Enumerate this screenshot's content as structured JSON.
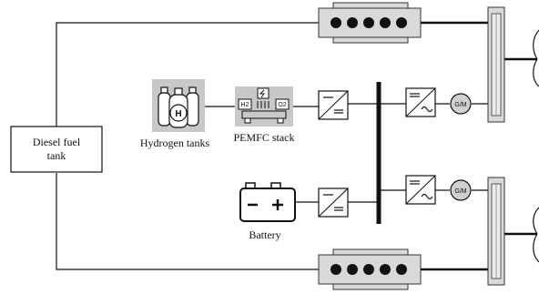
{
  "labels": {
    "diesel_tank_line1": "Diesel fuel",
    "diesel_tank_line2": "tank",
    "hydrogen_tanks": "Hydrogen tanks",
    "pemfc_stack": "PEMFC stack",
    "battery": "Battery",
    "gm_top": "G/M",
    "gm_bottom": "G/M",
    "h2_tag": "H2",
    "o2_tag": "O2"
  },
  "icons": {
    "engine": "diesel-engine-icon",
    "hydrogen": "hydrogen-tanks-icon",
    "fuel_cell": "pemfc-stack-icon",
    "converter": "dc-dc-converter-icon",
    "inverter": "dc-ac-inverter-icon",
    "gearbox": "gearbox-icon",
    "propeller": "propeller-icon"
  },
  "colors": {
    "line": "#111111",
    "engine_fill": "#d9d9d9",
    "icon_fill": "#c8c8c8",
    "machine_fill": "#d0d0d0"
  }
}
